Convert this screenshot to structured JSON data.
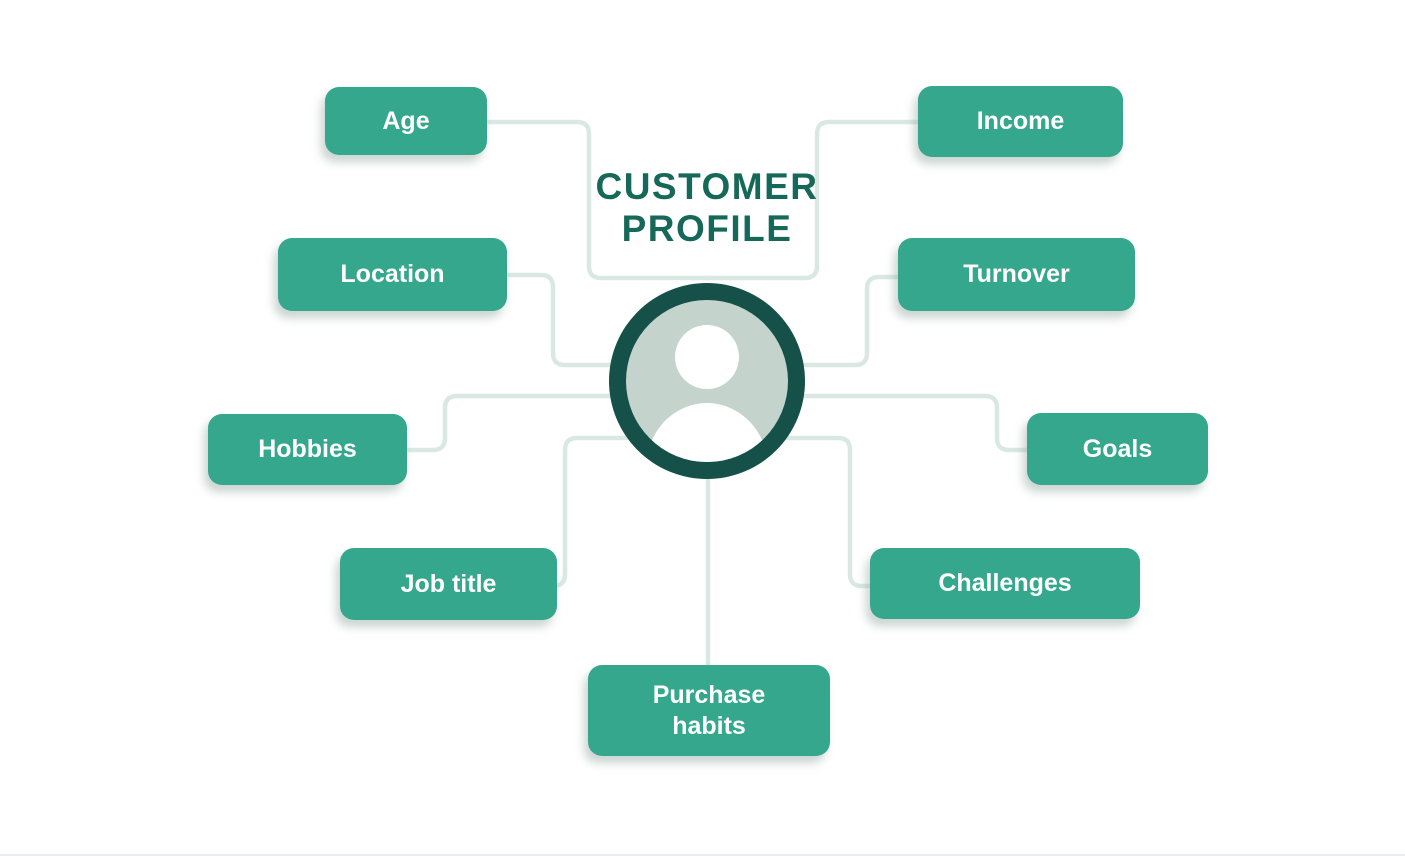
{
  "diagram": {
    "title_line1": "CUSTOMER",
    "title_line2": "PROFILE",
    "center_icon": "person-avatar-icon",
    "nodes": {
      "age": {
        "label": "Age"
      },
      "location": {
        "label": "Location"
      },
      "hobbies": {
        "label": "Hobbies"
      },
      "job_title": {
        "label": "Job title"
      },
      "purchase_habits": {
        "label": "Purchase habits"
      },
      "income": {
        "label": "Income"
      },
      "turnover": {
        "label": "Turnover"
      },
      "goals": {
        "label": "Goals"
      },
      "challenges": {
        "label": "Challenges"
      }
    },
    "colors": {
      "node_green": "#35a78c",
      "node_text": "#ffffff",
      "avatar_ring_teal": "#155049",
      "avatar_inner_gray": "#c5d3cd",
      "avatar_silhouette": "#ffffff",
      "title_green": "#166958",
      "connector_line": "#d9e8e3",
      "background": "#ffffff"
    }
  }
}
